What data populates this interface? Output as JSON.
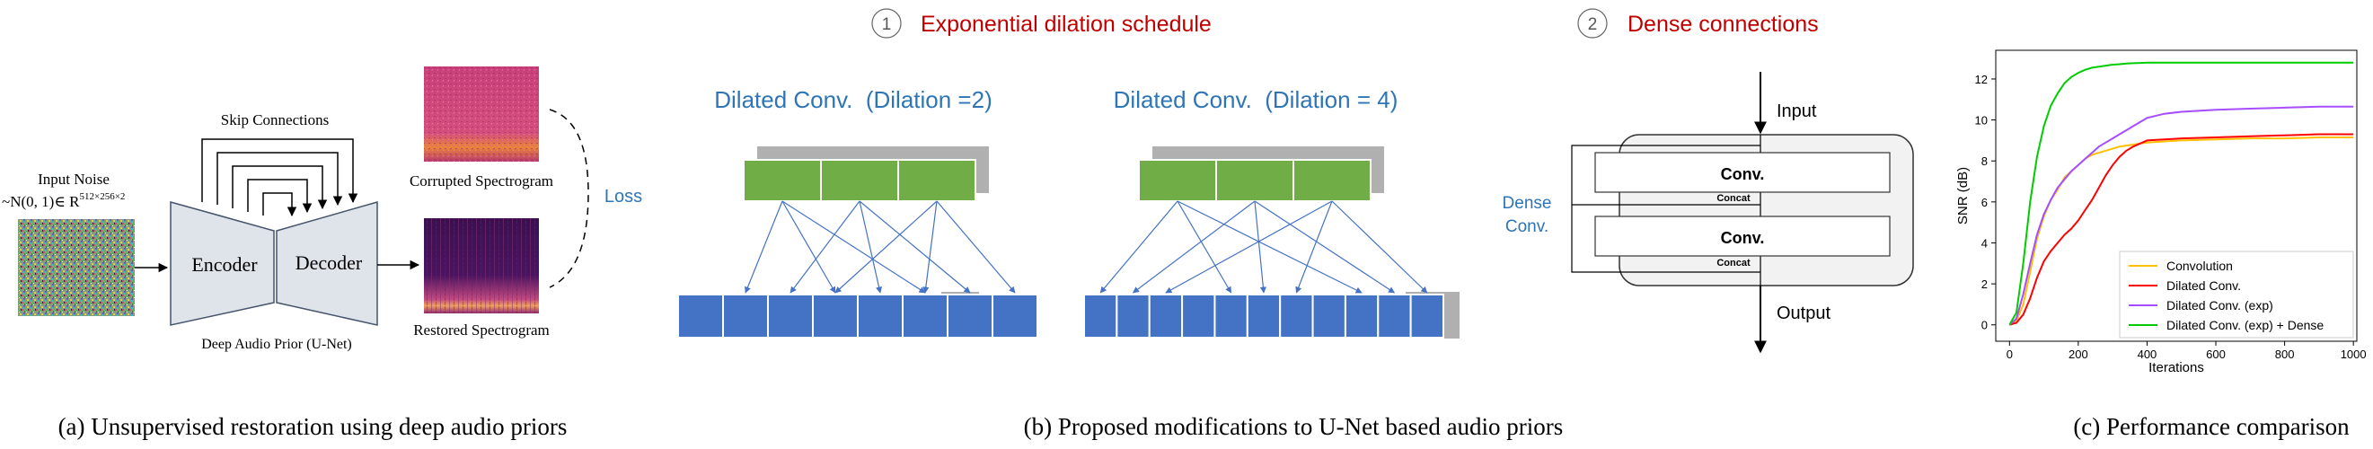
{
  "panel_a": {
    "input_noise_label": "Input Noise",
    "noise_formula": "~N(0, 1)∈ R",
    "noise_superscript": "512×256×2",
    "skip_connections_label": "Skip Connections",
    "encoder_label": "Encoder",
    "decoder_label": "Decoder",
    "model_label": "Deep Audio Prior (U-Net)",
    "corrupted_label": "Corrupted Spectrogram",
    "restored_label": "Restored Spectrogram",
    "loss_label": "Loss",
    "caption": "(a) Unsupervised restoration using deep audio priors"
  },
  "panel_b": {
    "circle_1": "1",
    "title_1": "Exponential dilation schedule",
    "circle_2": "2",
    "title_2": "Dense connections",
    "dilation_2_label": "Dilated Conv.  (Dilation =2)",
    "dilation_4_label": "Dilated Conv.  (Dilation = 4)",
    "dense": {
      "input_label": "Input",
      "output_label": "Output",
      "conv_label_1": "Conv.",
      "conv_label_2": "Conv.",
      "concat_label_1": "Concat",
      "concat_label_2": "Concat",
      "dense_conv_line1": "Dense",
      "dense_conv_line2": "Conv."
    },
    "caption": "(b) Proposed modifications to U-Net based audio priors"
  },
  "panel_c": {
    "caption": "(c) Performance comparison"
  },
  "colors": {
    "title_red": "#c00000",
    "accent_blue": "#2e75b6",
    "green_box": "#70ad47",
    "blue_box": "#4472c4"
  },
  "chart_data": {
    "type": "line",
    "xlabel": "Iterations",
    "ylabel": "SNR (dB)",
    "xlim": [
      -40,
      1010
    ],
    "ylim": [
      -0.8,
      13.4
    ],
    "xticks": [
      0,
      200,
      400,
      600,
      800,
      1000
    ],
    "yticks": [
      0,
      2,
      4,
      6,
      8,
      10,
      12
    ],
    "grid": false,
    "legend_position": "lower-right",
    "series": [
      {
        "name": "Convolution",
        "color": "#ffc000",
        "x": [
          0,
          20,
          40,
          60,
          80,
          100,
          120,
          140,
          160,
          180,
          200,
          220,
          240,
          260,
          280,
          300,
          320,
          340,
          360,
          380,
          400,
          450,
          500,
          600,
          700,
          800,
          900,
          1000
        ],
        "y": [
          0,
          0.2,
          1.0,
          2.6,
          4.2,
          5.3,
          6.1,
          6.6,
          7.2,
          7.5,
          7.8,
          8.1,
          8.3,
          8.4,
          8.5,
          8.6,
          8.7,
          8.75,
          8.8,
          8.85,
          8.9,
          8.95,
          9.0,
          9.05,
          9.1,
          9.1,
          9.15,
          9.15
        ]
      },
      {
        "name": "Dilated Conv.",
        "color": "#ff0000",
        "x": [
          0,
          20,
          40,
          60,
          80,
          100,
          120,
          140,
          160,
          180,
          200,
          220,
          240,
          260,
          280,
          300,
          320,
          340,
          360,
          380,
          400,
          450,
          500,
          600,
          700,
          800,
          900,
          1000
        ],
        "y": [
          0,
          0.1,
          0.5,
          1.3,
          2.3,
          3.1,
          3.6,
          4.0,
          4.4,
          4.7,
          5.1,
          5.6,
          6.1,
          6.7,
          7.3,
          7.8,
          8.2,
          8.5,
          8.7,
          8.85,
          9.0,
          9.05,
          9.1,
          9.15,
          9.2,
          9.25,
          9.3,
          9.3
        ]
      },
      {
        "name": "Dilated Conv. (exp)",
        "color": "#a64dff",
        "x": [
          0,
          20,
          40,
          60,
          80,
          100,
          120,
          140,
          160,
          180,
          200,
          220,
          240,
          260,
          280,
          300,
          320,
          340,
          360,
          380,
          400,
          450,
          500,
          600,
          700,
          800,
          900,
          1000
        ],
        "y": [
          0,
          0.3,
          1.5,
          3.0,
          4.4,
          5.4,
          6.1,
          6.7,
          7.1,
          7.5,
          7.8,
          8.1,
          8.4,
          8.7,
          8.9,
          9.1,
          9.3,
          9.5,
          9.7,
          9.9,
          10.1,
          10.3,
          10.4,
          10.5,
          10.55,
          10.6,
          10.65,
          10.65
        ]
      },
      {
        "name": "Dilated Conv. (exp) + Dense",
        "color": "#00cc00",
        "x": [
          0,
          20,
          40,
          60,
          80,
          100,
          120,
          140,
          160,
          180,
          200,
          220,
          240,
          260,
          280,
          300,
          320,
          340,
          360,
          380,
          400,
          450,
          500,
          600,
          700,
          800,
          900,
          1000
        ],
        "y": [
          0,
          0.6,
          3.0,
          6.0,
          8.2,
          9.7,
          10.7,
          11.3,
          11.8,
          12.1,
          12.3,
          12.45,
          12.55,
          12.6,
          12.65,
          12.7,
          12.72,
          12.75,
          12.77,
          12.78,
          12.8,
          12.8,
          12.8,
          12.8,
          12.8,
          12.8,
          12.8,
          12.8
        ]
      }
    ]
  }
}
